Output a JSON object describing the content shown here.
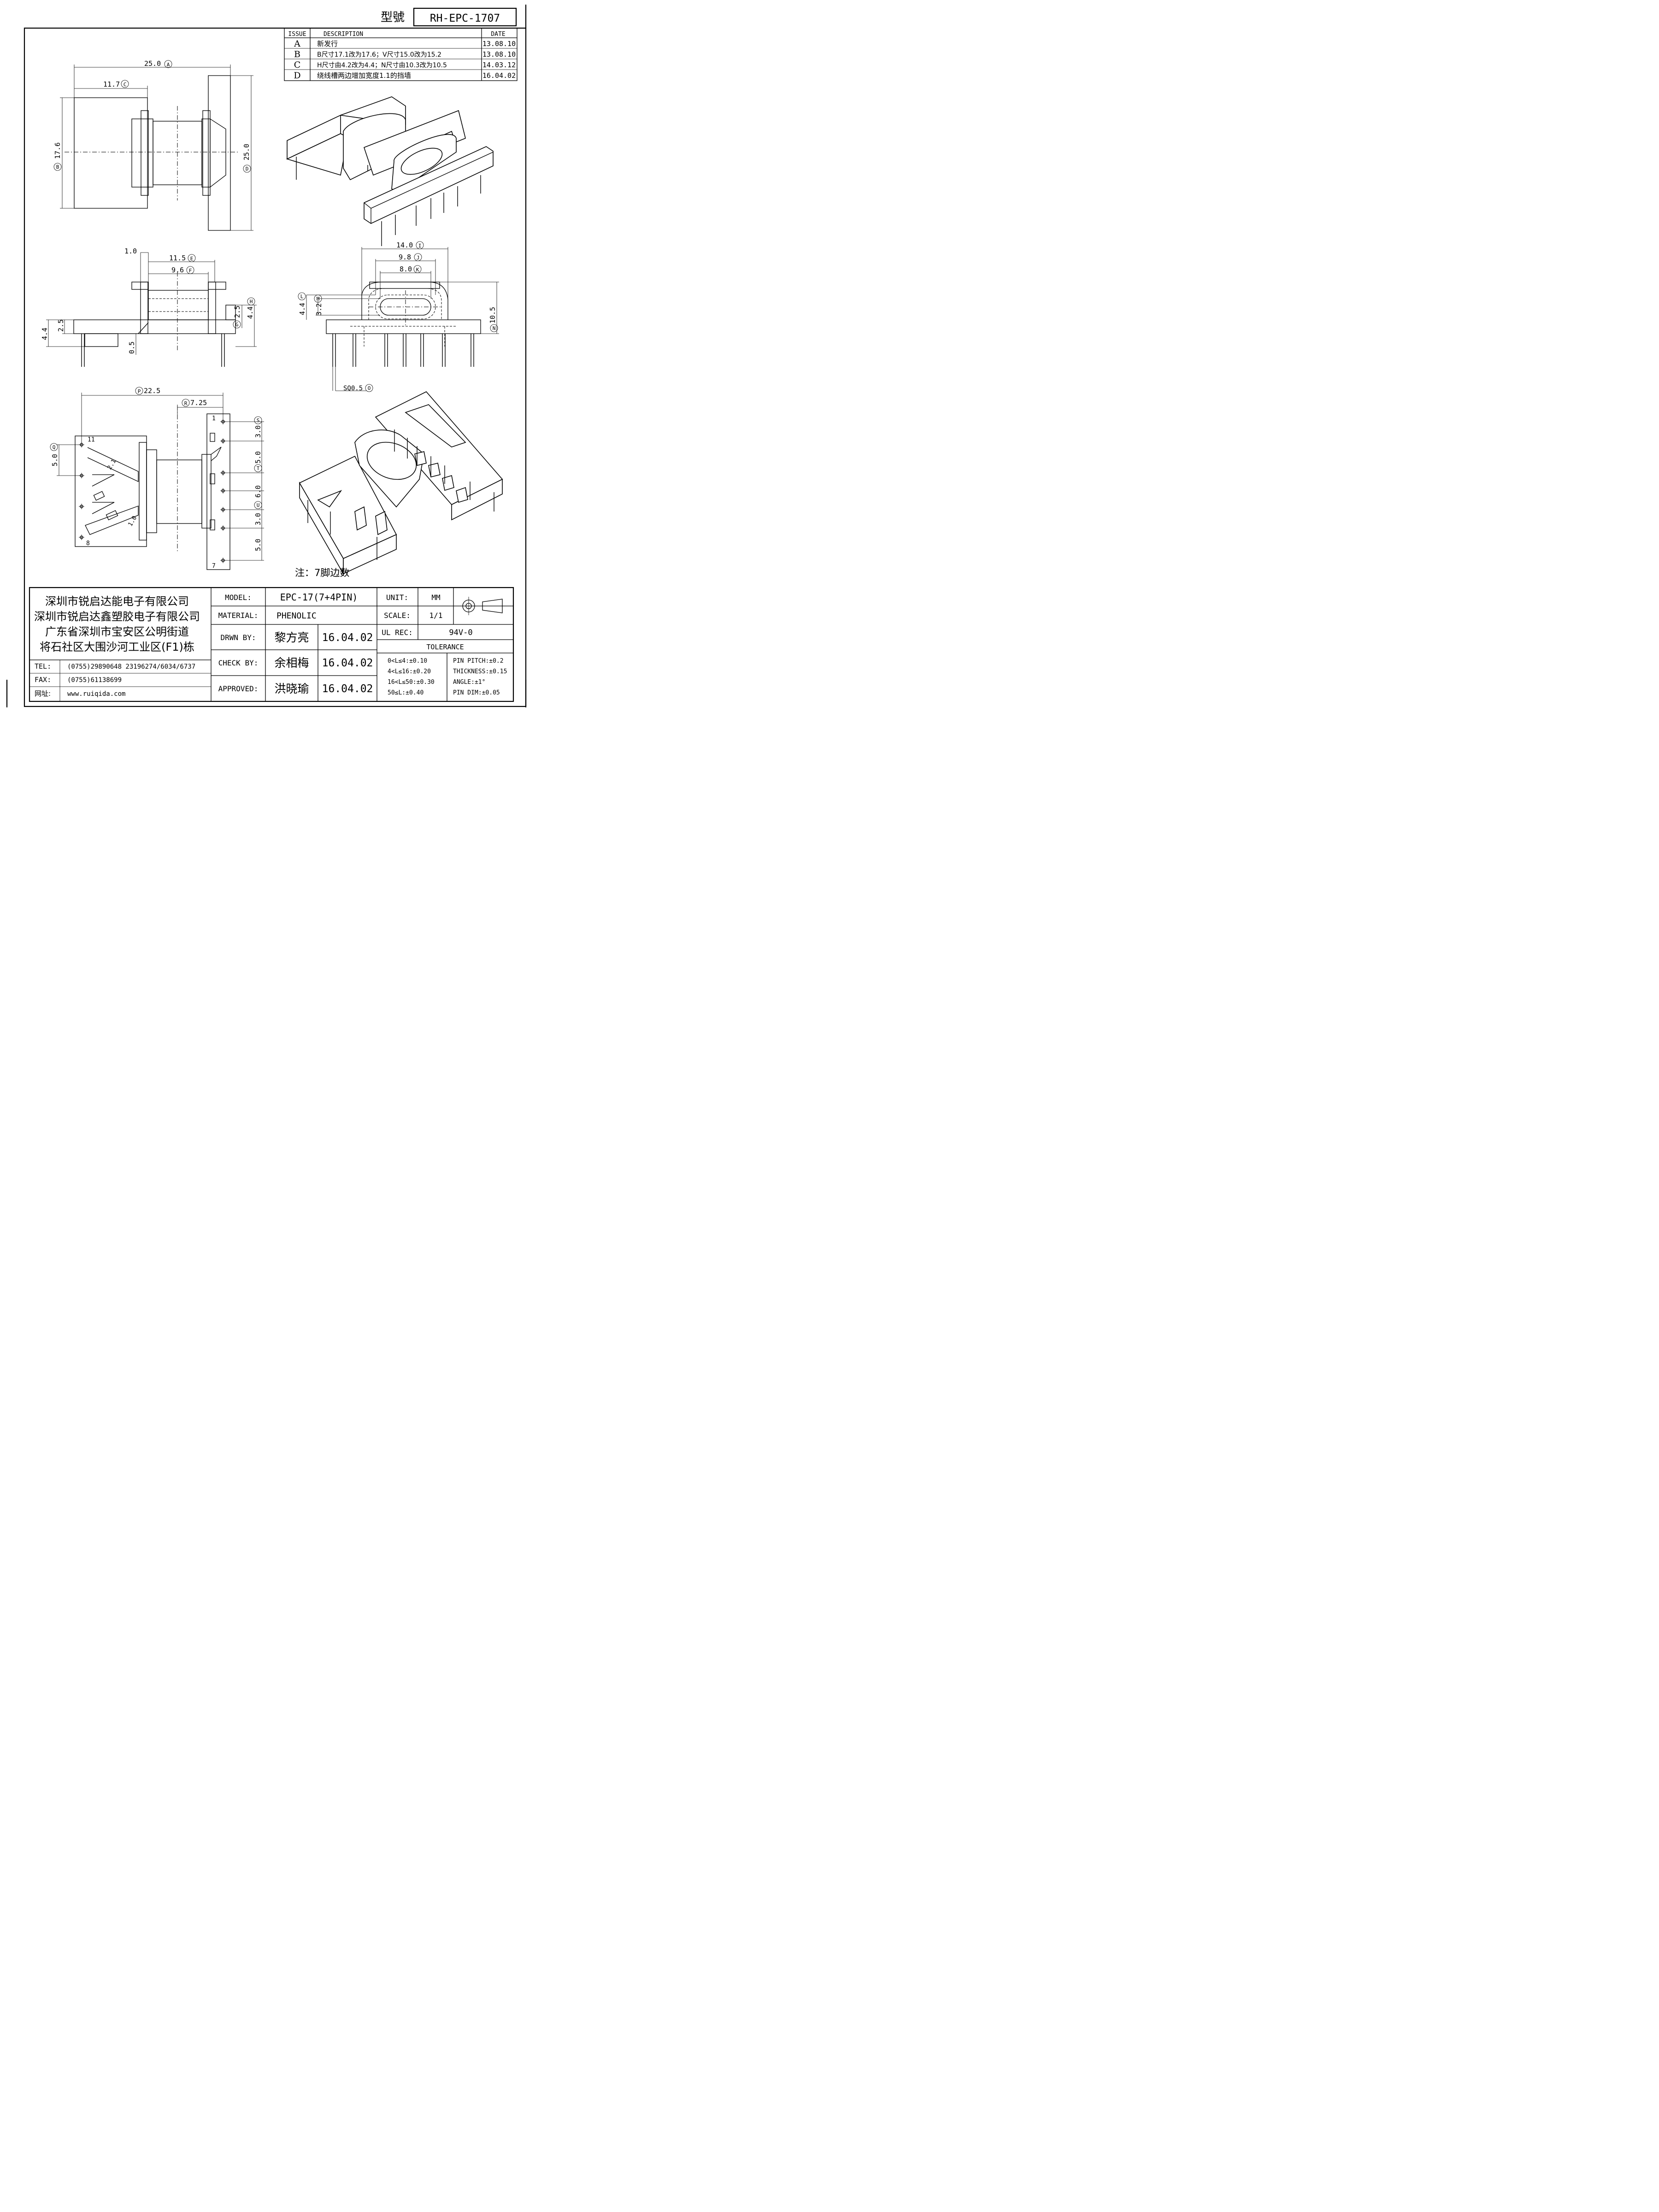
{
  "header": {
    "model_label": "型號",
    "model_no": "RH-EPC-1707"
  },
  "revision_table": {
    "headers": [
      "ISSUE",
      "DESCRIPTION",
      "DATE"
    ],
    "rows": [
      {
        "issue": "A",
        "description": "新发行",
        "date": "13.08.10"
      },
      {
        "issue": "B",
        "description": "B尺寸17.1改为17.6；V尺寸15.0改为15.2",
        "date": "13.08.10"
      },
      {
        "issue": "C",
        "description": "H尺寸由4.2改为4.4；N尺寸由10.3改为10.5",
        "date": "14.03.12"
      },
      {
        "issue": "D",
        "description": "绕线槽两边增加宽度1.1的挡墙",
        "date": "16.04.02"
      }
    ]
  },
  "dimensions": {
    "top_A": "25.0",
    "top_C": "11.7",
    "side_B": "17.6",
    "side_D": "25.0",
    "front_1_0": "1.0",
    "front_E": "11.5",
    "front_F": "9.6",
    "front_H": "4.4",
    "front_2_5": "2.5",
    "front_4_4": "4.4",
    "front_2_5_left": "2.5",
    "front_0_5": "0.5",
    "right_I": "14.0",
    "right_J": "9.8",
    "right_K": "8.0",
    "right_L": "4.4",
    "right_M": "3.2",
    "right_N": "10.5",
    "right_O": "SQ0.5",
    "bottom_P": "22.5",
    "bottom_R": "7.25",
    "bottom_Q": "5.0",
    "bottom_S": "3.0",
    "bottom_T": "5.0",
    "bottom_U": "6.0",
    "bottom_3_0": "3.0",
    "bottom_5_0": "5.0",
    "slot_2_1": "2.1",
    "slot_1_0": "1.0",
    "pin_1": "1",
    "pin_7": "7",
    "pin_8": "8",
    "pin_11": "11"
  },
  "marks": {
    "A": "A",
    "B": "B",
    "C": "C",
    "D": "D",
    "E": "E",
    "F": "F",
    "G": "G",
    "H": "H",
    "I": "I",
    "J": "J",
    "K": "K",
    "L": "L",
    "M": "M",
    "N": "N",
    "O": "O",
    "P": "P",
    "Q": "Q",
    "R": "R",
    "S": "S",
    "T": "T",
    "U": "U"
  },
  "note": "注：7脚边数",
  "title_block": {
    "company_lines": [
      "深圳市锐启达能电子有限公司",
      "深圳市锐启达鑫塑胶电子有限公司",
      "广东省深圳市宝安区公明街道",
      "将石社区大围沙河工业区(F1)栋"
    ],
    "tel_label": "TEL:",
    "tel_value": "(0755)29890648  23196274/6034/6737",
    "fax_label": "FAX:",
    "fax_value": "(0755)61138699",
    "web_label": "网址:",
    "web_value": "www.ruiqida.com",
    "model_label": "MODEL:",
    "model_value": "EPC-17(7+4PIN)",
    "material_label": "MATERIAL:",
    "material_value": "PHENOLIC",
    "drawn_label": "DRWN BY:",
    "drawn_name": "黎方亮",
    "drawn_date": "16.04.02",
    "check_label": "CHECK BY:",
    "check_name": "余相梅",
    "check_date": "16.04.02",
    "approved_label": "APPROVED:",
    "approved_name": "洪晓瑜",
    "approved_date": "16.04.02",
    "unit_label": "UNIT:",
    "unit_value": "MM",
    "scale_label": "SCALE:",
    "scale_value": "1/1",
    "ul_label": "UL REC:",
    "ul_value": "94V-0",
    "tolerance_label": "TOLERANCE",
    "tol_left": [
      "0<L≤4:±0.10",
      "4<L≤16:±0.20",
      "16<L≤50:±0.30",
      "50≤L:±0.40"
    ],
    "tol_right": [
      "PIN PITCH:±0.2",
      "THICKNESS:±0.15",
      "ANGLE:±1°",
      "PIN DIM:±0.05"
    ]
  }
}
